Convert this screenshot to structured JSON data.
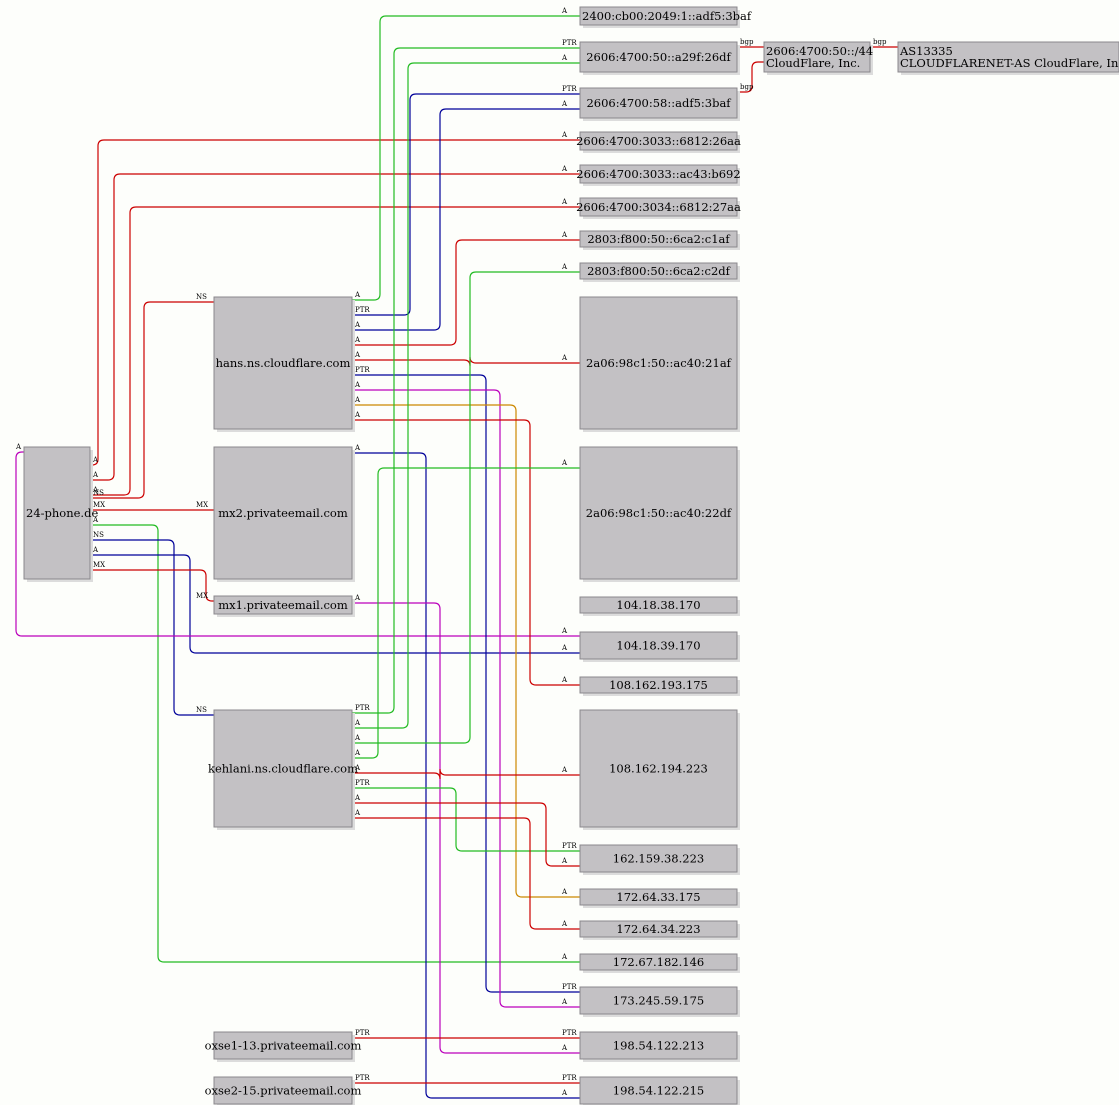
{
  "diagram": {
    "nodes": [
      {
        "id": "24-phone",
        "lines": [
          "24-phone.de"
        ]
      },
      {
        "id": "hans",
        "lines": [
          "hans.ns.cloudflare.com"
        ]
      },
      {
        "id": "mx2",
        "lines": [
          "mx2.privateemail.com"
        ]
      },
      {
        "id": "mx1",
        "lines": [
          "mx1.privateemail.com"
        ]
      },
      {
        "id": "kehlani",
        "lines": [
          "kehlani.ns.cloudflare.com"
        ]
      },
      {
        "id": "oxse1",
        "lines": [
          "oxse1-13.privateemail.com"
        ]
      },
      {
        "id": "oxse2",
        "lines": [
          "oxse2-15.privateemail.com"
        ]
      },
      {
        "id": "v6-2400",
        "lines": [
          "2400:cb00:2049:1::adf5:3baf"
        ]
      },
      {
        "id": "v6-a29f",
        "lines": [
          "2606:4700:50::a29f:26df"
        ]
      },
      {
        "id": "v6-58",
        "lines": [
          "2606:4700:58::adf5:3baf"
        ]
      },
      {
        "id": "v6-26aa",
        "lines": [
          "2606:4700:3033::6812:26aa"
        ]
      },
      {
        "id": "v6-b692",
        "lines": [
          "2606:4700:3033::ac43:b692"
        ]
      },
      {
        "id": "v6-27aa",
        "lines": [
          "2606:4700:3034::6812:27aa"
        ]
      },
      {
        "id": "v6-c1af",
        "lines": [
          "2803:f800:50::6ca2:c1af"
        ]
      },
      {
        "id": "v6-c2df",
        "lines": [
          "2803:f800:50::6ca2:c2df"
        ]
      },
      {
        "id": "v6-21af",
        "lines": [
          "2a06:98c1:50::ac40:21af"
        ]
      },
      {
        "id": "v6-22df",
        "lines": [
          "2a06:98c1:50::ac40:22df"
        ]
      },
      {
        "id": "ip-104-18-38",
        "lines": [
          "104.18.38.170"
        ]
      },
      {
        "id": "ip-104-18-39",
        "lines": [
          "104.18.39.170"
        ]
      },
      {
        "id": "ip-108-193",
        "lines": [
          "108.162.193.175"
        ]
      },
      {
        "id": "ip-108-194",
        "lines": [
          "108.162.194.223"
        ]
      },
      {
        "id": "ip-162",
        "lines": [
          "162.159.38.223"
        ]
      },
      {
        "id": "ip-172-33",
        "lines": [
          "172.64.33.175"
        ]
      },
      {
        "id": "ip-172-34",
        "lines": [
          "172.64.34.223"
        ]
      },
      {
        "id": "ip-172-67",
        "lines": [
          "172.67.182.146"
        ]
      },
      {
        "id": "ip-173",
        "lines": [
          "173.245.59.175"
        ]
      },
      {
        "id": "ip-198-213",
        "lines": [
          "198.54.122.213"
        ]
      },
      {
        "id": "ip-198-215",
        "lines": [
          "198.54.122.215"
        ]
      },
      {
        "id": "prefix",
        "lines": [
          "2606:4700:50::/44",
          "CloudFlare, Inc."
        ]
      },
      {
        "id": "asn",
        "lines": [
          "AS13335",
          "CLOUDFLARENET-AS CloudFlare, Inc."
        ]
      }
    ],
    "edges": [
      {
        "from": "24-phone",
        "to": "v6-26aa",
        "label_from": "A",
        "label_to": "A",
        "color": "#cc0000"
      },
      {
        "from": "24-phone",
        "to": "v6-b692",
        "label_from": "A",
        "label_to": "A",
        "color": "#cc0000"
      },
      {
        "from": "24-phone",
        "to": "v6-27aa",
        "label_from": "A",
        "label_to": "A",
        "color": "#cc0000"
      },
      {
        "from": "24-phone",
        "to": "hans",
        "label_from": "NS",
        "label_to": "NS",
        "color": "#cc0000"
      },
      {
        "from": "24-phone",
        "to": "mx2",
        "label_from": "MX",
        "label_to": "MX",
        "color": "#cc0000"
      },
      {
        "from": "24-phone",
        "to": "ip-172-67",
        "label_from": "A",
        "label_to": "A",
        "color": "#22bb22"
      },
      {
        "from": "24-phone",
        "to": "kehlani",
        "label_from": "NS",
        "label_to": "NS",
        "color": "#000099"
      },
      {
        "from": "24-phone",
        "to": "ip-104-18-39",
        "label_from": "A",
        "label_to": "A",
        "color": "#000099"
      },
      {
        "from": "24-phone",
        "to": "mx1",
        "label_from": "MX",
        "label_to": "MX",
        "color": "#cc0000"
      },
      {
        "from": "24-phone",
        "to": "ip-104-18-38",
        "label_from": "A",
        "label_to": "A",
        "color": "#bb00bb"
      },
      {
        "from": "hans",
        "to": "v6-2400",
        "label_from": "A",
        "label_to": "A",
        "color": "#22bb22"
      },
      {
        "from": "hans",
        "to": "v6-58",
        "label_from": "PTR",
        "label_to": "PTR",
        "color": "#000099"
      },
      {
        "from": "hans",
        "to": "v6-58",
        "label_from": "A",
        "label_to": "A",
        "color": "#000099"
      },
      {
        "from": "hans",
        "to": "v6-c1af",
        "label_from": "A",
        "label_to": "A",
        "color": "#cc0000"
      },
      {
        "from": "hans",
        "to": "v6-21af",
        "label_from": "A",
        "label_to": "A",
        "color": "#cc0000"
      },
      {
        "from": "hans",
        "to": "ip-173",
        "label_from": "PTR",
        "label_to": "PTR",
        "color": "#000099"
      },
      {
        "from": "hans",
        "to": "ip-173",
        "label_from": "A",
        "label_to": "A",
        "color": "#bb00bb"
      },
      {
        "from": "hans",
        "to": "ip-172-33",
        "label_from": "A",
        "label_to": "A",
        "color": "#cc8800"
      },
      {
        "from": "hans",
        "to": "ip-108-193",
        "label_from": "A",
        "label_to": "A",
        "color": "#cc0000"
      },
      {
        "from": "mx2",
        "to": "ip-198-215",
        "label_from": "A",
        "label_to": "A",
        "color": "#000099"
      },
      {
        "from": "mx1",
        "to": "ip-198-213",
        "label_from": "A",
        "label_to": "A",
        "color": "#bb00bb"
      },
      {
        "from": "kehlani",
        "to": "v6-a29f",
        "label_from": "PTR",
        "label_to": "PTR",
        "color": "#22bb22"
      },
      {
        "from": "kehlani",
        "to": "v6-a29f",
        "label_from": "A",
        "label_to": "A",
        "color": "#22bb22"
      },
      {
        "from": "kehlani",
        "to": "v6-c2df",
        "label_from": "A",
        "label_to": "A",
        "color": "#22bb22"
      },
      {
        "from": "kehlani",
        "to": "v6-22df",
        "label_from": "A",
        "label_to": "A",
        "color": "#22bb22"
      },
      {
        "from": "kehlani",
        "to": "ip-108-194",
        "label_from": "A",
        "label_to": "A",
        "color": "#cc0000"
      },
      {
        "from": "kehlani",
        "to": "ip-162",
        "label_from": "PTR",
        "label_to": "PTR",
        "color": "#22bb22"
      },
      {
        "from": "kehlani",
        "to": "ip-162",
        "label_from": "A",
        "label_to": "A",
        "color": "#cc0000"
      },
      {
        "from": "kehlani",
        "to": "ip-172-34",
        "label_from": "A",
        "label_to": "A",
        "color": "#cc0000"
      },
      {
        "from": "oxse1",
        "to": "ip-198-213",
        "label_from": "PTR",
        "label_to": "PTR",
        "color": "#cc0000"
      },
      {
        "from": "oxse2",
        "to": "ip-198-215",
        "label_from": "PTR",
        "label_to": "PTR",
        "color": "#cc0000"
      },
      {
        "from": "v6-a29f",
        "to": "prefix",
        "label_from": "bgp",
        "label_to": "",
        "color": "#cc0000"
      },
      {
        "from": "v6-58",
        "to": "prefix",
        "label_from": "bgp",
        "label_to": "",
        "color": "#cc0000"
      },
      {
        "from": "prefix",
        "to": "asn",
        "label_from": "bgp",
        "label_to": "",
        "color": "#cc0000"
      }
    ]
  }
}
